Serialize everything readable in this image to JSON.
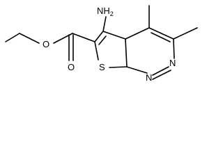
{
  "molecule": {
    "atoms": {
      "nh2": {
        "main": "NH",
        "sub": "2"
      },
      "ester_o": "O",
      "carbonyl_o": "O",
      "s": "S",
      "n1": "N",
      "n2": "N"
    }
  }
}
